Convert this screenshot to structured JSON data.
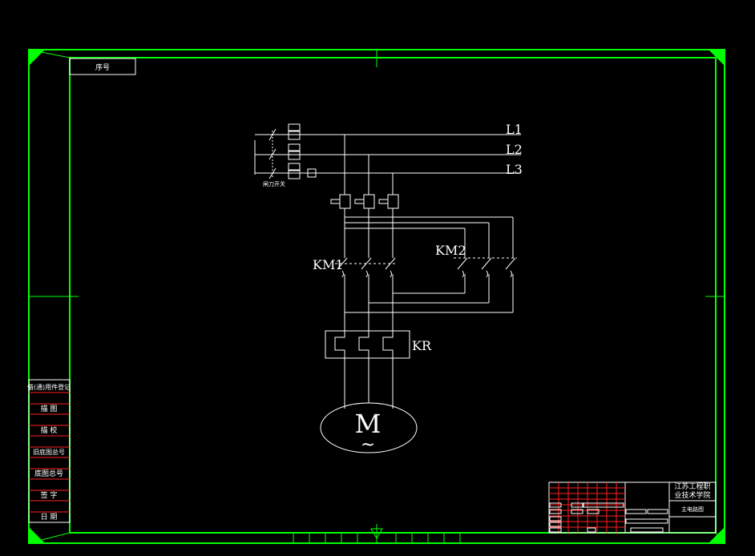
{
  "drawing": {
    "corner_tag": "序号",
    "switch_label": "闸刀开关",
    "motor_label": "M",
    "motor_symbol": "~",
    "lines": [
      "L1",
      "L2",
      "L3"
    ],
    "contactors": [
      "KM1",
      "KM2"
    ],
    "overload_relay": "KR"
  },
  "left_table": {
    "rows": [
      "借(通)用件登记",
      "描  图",
      "描  校",
      "旧底图总号",
      "底图总号",
      "签  字",
      "日  期"
    ]
  },
  "title_block": {
    "school": [
      "江苏工程职",
      "业技术学院"
    ],
    "drawing_name": "主电路图"
  },
  "colors": {
    "frame": "#00ff00",
    "circuit": "#ffffff",
    "grid": "#ff2020",
    "background": "#000000"
  }
}
